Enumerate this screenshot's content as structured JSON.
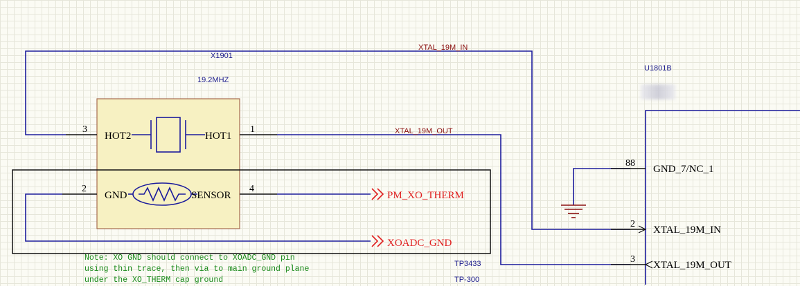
{
  "crystal": {
    "designator": "X1901",
    "value": "19.2MHZ",
    "pins": {
      "hot2": {
        "number": "3",
        "name": "HOT2"
      },
      "hot1": {
        "number": "1",
        "name": "HOT1"
      },
      "gnd": {
        "number": "2",
        "name": "GND"
      },
      "sensor": {
        "number": "4",
        "name": "SENSOR"
      }
    }
  },
  "nets": {
    "xtal_in": "XTAL_19M_IN",
    "xtal_out": "XTAL_19M_OUT",
    "pm_xo_therm": "PM_XO_THERM",
    "xoadc_gnd": "XOADC_GND"
  },
  "ic": {
    "designator": "U1801B",
    "pins": [
      {
        "number": "88",
        "name": "GND_7/NC_1"
      },
      {
        "number": "2",
        "name": "XTAL_19M_IN"
      },
      {
        "number": "3",
        "name": "XTAL_19M_OUT"
      }
    ]
  },
  "test_points": {
    "tp1": "TP3433",
    "tp2": "TP-300"
  },
  "note": "Note: XO GND should connect to XOADC_GND pin\nusing thin trace, then via to main ground plane\nunder the XO_THERM cap ground",
  "colors": {
    "wire": "#1c1c9c",
    "component_fill": "#f7f1c2",
    "component_border": "#a56b4d",
    "port_label": "#e02020",
    "note_text": "#1a8a1a",
    "ground_symbol": "#8b1010"
  }
}
